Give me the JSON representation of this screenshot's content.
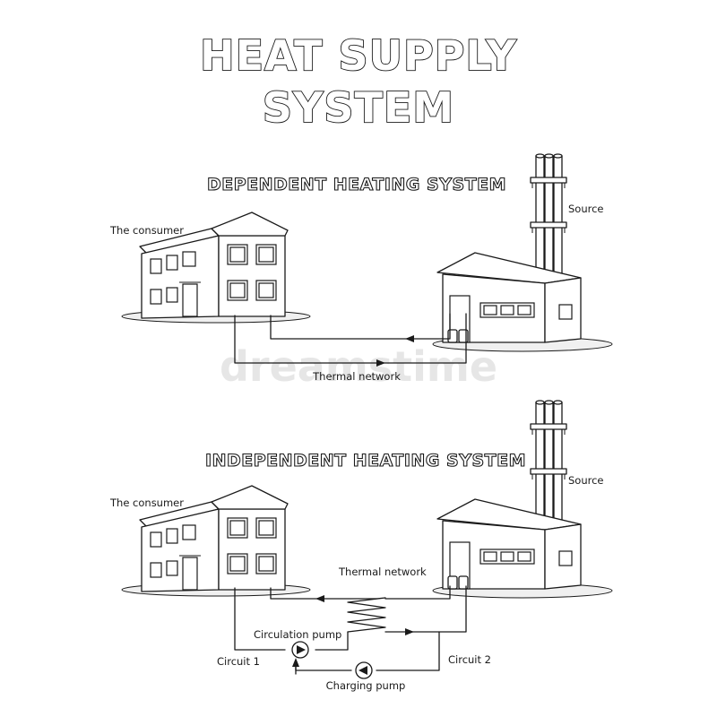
{
  "title": {
    "line1": "HEAT SUPPLY",
    "line2": "SYSTEM"
  },
  "watermark": "dreamstime",
  "dependent": {
    "heading": "DEPENDENT HEATING SYSTEM",
    "consumer_label": "The consumer",
    "source_label": "Source",
    "network_label": "Thermal network"
  },
  "independent": {
    "heading": "INDEPENDENT HEATING SYSTEM",
    "consumer_label": "The consumer",
    "source_label": "Source",
    "network_label": "Thermal network",
    "circulation_pump_label": "Circulation pump",
    "charging_pump_label": "Charging pump",
    "circuit1_label": "Circuit 1",
    "circuit2_label": "Circuit 2"
  }
}
